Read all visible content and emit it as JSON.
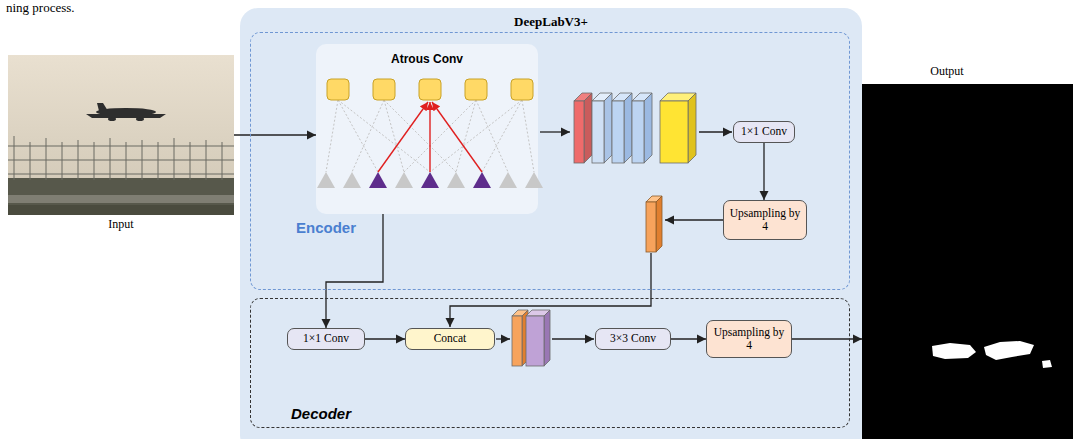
{
  "diagram": {
    "nodes": [
      {
        "text": [
          "Input"
        ]
      },
      {
        "text": [
          "DeepLabV3+"
        ]
      },
      {
        "text": [
          "Encoder"
        ],
        "in": 1
      },
      {
        "text": [
          "Atrous Conv"
        ],
        "in": 2
      },
      {
        "text": [
          "1×1 Conv"
        ],
        "in": 2
      },
      {
        "text": [
          "Upsampling by 4"
        ],
        "in": 2
      },
      {
        "text": [
          "Decoder"
        ],
        "in": 1
      },
      {
        "text": [
          "1×1 Conv"
        ],
        "in": 6
      },
      {
        "text": [
          "Concat"
        ],
        "in": 6
      },
      {
        "text": [
          "3×3 Conv"
        ],
        "in": 6
      },
      {
        "text": [
          "Upsampling by 4"
        ],
        "in": 6
      },
      {
        "text": [
          "Output"
        ]
      }
    ],
    "edges": [
      {
        "from": 0,
        "to": 3,
        "arrow": "to"
      },
      {
        "from": 3,
        "to": 7,
        "arrow": "to"
      },
      {
        "from": 4,
        "to": 5,
        "arrow": "to"
      },
      {
        "from": 7,
        "to": 8,
        "arrow": "to"
      },
      {
        "from": 9,
        "to": 10,
        "arrow": "to"
      },
      {
        "from": 10,
        "to": 11,
        "arrow": "to"
      }
    ],
    "labels": [
      "ning process."
    ]
  }
}
